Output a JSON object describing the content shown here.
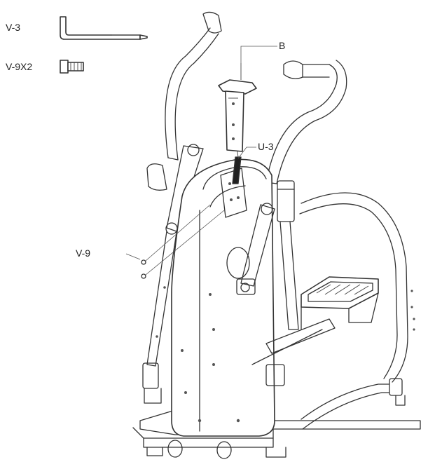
{
  "labels": {
    "tool": "V-3",
    "bolt_qty": "V-9X2",
    "part_b": "B",
    "part_u3": "U-3",
    "part_v9": "V-9"
  },
  "colors": {
    "line": "#333333",
    "background": "#ffffff"
  },
  "icons": {
    "tool": "allen-key-icon",
    "bolt": "bolt-icon"
  }
}
